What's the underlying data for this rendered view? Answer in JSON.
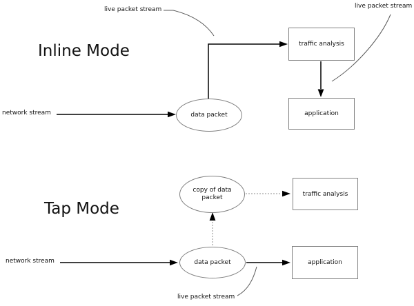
{
  "inline_mode": {
    "title": "Inline Mode",
    "live_packet_stream_left": "live packet stream",
    "live_packet_stream_right": "live packet stream",
    "network_stream": "network stream",
    "data_packet_node": "data packet",
    "traffic_analysis_node": "traffic analysis",
    "application_node": "application"
  },
  "tap_mode": {
    "title": "Tap Mode",
    "network_stream": "network stream",
    "live_packet_stream": "live packet stream",
    "data_packet_node": "data packet",
    "copy_of_data_packet_line1": "copy of data",
    "copy_of_data_packet_line2": "packet",
    "traffic_analysis_node": "traffic analysis",
    "application_node": "application"
  },
  "colors": {
    "background": "#ffffff",
    "node_border": "#7f7f7f",
    "solid_arrow": "#000000",
    "dotted_line": "#8c8c8c",
    "annotation_curve": "#595959",
    "text": "#111111"
  }
}
